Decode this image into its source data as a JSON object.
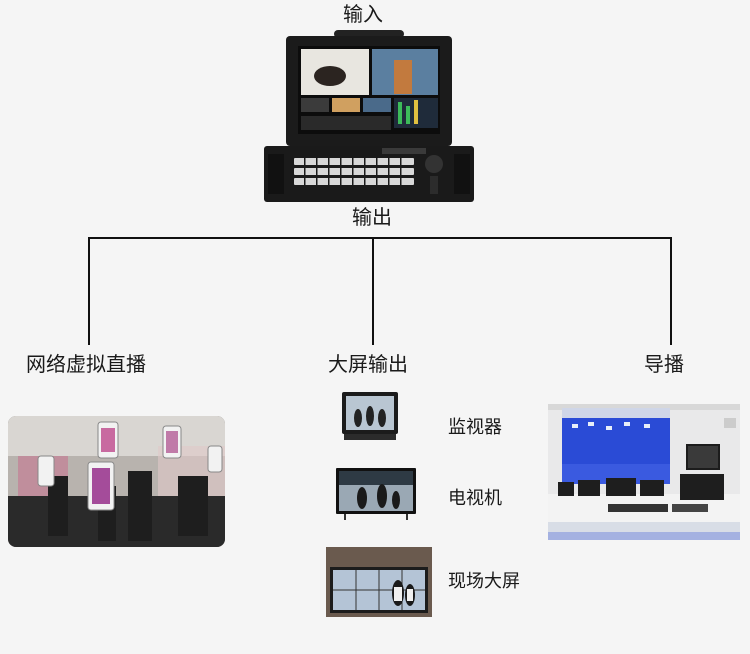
{
  "diagram": {
    "input_label": "输入",
    "output_label": "输出",
    "branches": {
      "live": {
        "label": "网络虚拟直播"
      },
      "screen": {
        "label": "大屏输出"
      },
      "director": {
        "label": "导播"
      }
    },
    "screen_items": [
      {
        "label": "监视器"
      },
      {
        "label": "电视机"
      },
      {
        "label": "现场大屏"
      }
    ]
  },
  "colors": {
    "connector": "#111111",
    "background": "#f5f5f5",
    "director_wall": "#2a4bd6"
  }
}
